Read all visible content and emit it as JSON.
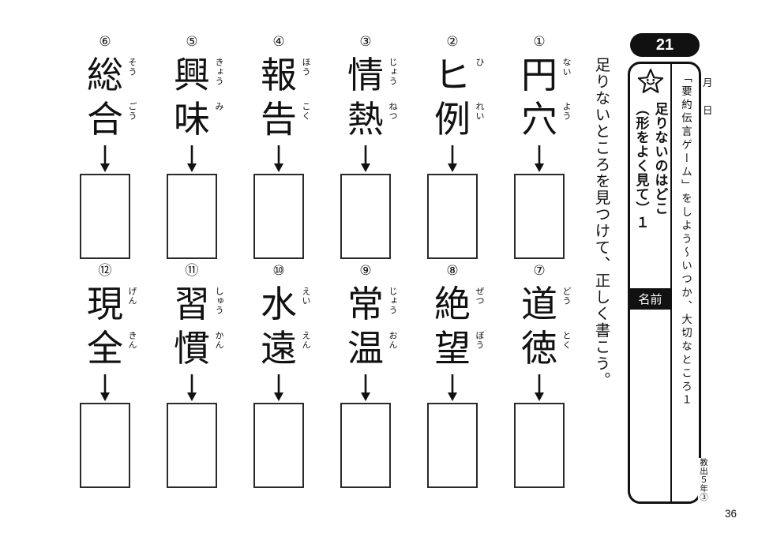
{
  "header": {
    "lesson_number": "21",
    "star_icon": "smiling-star-icon",
    "title_lines": [
      "足りないのはどこ",
      "（形をよく見て）１"
    ],
    "name_label": "名前",
    "series_note": "「要約伝言ゲーム」をしよう～いつか、大切なところ１"
  },
  "margin": {
    "month_label": "月",
    "day_label": "日",
    "publisher_note": "教出５年③",
    "page_number": "36"
  },
  "instruction": "足りないところを見つけて、正しく書こう。",
  "items": [
    {
      "number": "①",
      "chars": [
        {
          "glyph": "円",
          "furigana": "ない"
        },
        {
          "glyph": "穴",
          "furigana": "よう"
        }
      ]
    },
    {
      "number": "②",
      "chars": [
        {
          "glyph": "ヒ",
          "furigana": "ひ"
        },
        {
          "glyph": "例",
          "furigana": "れい"
        }
      ]
    },
    {
      "number": "③",
      "chars": [
        {
          "glyph": "情",
          "furigana": "じょう"
        },
        {
          "glyph": "熱",
          "furigana": "ねつ"
        }
      ]
    },
    {
      "number": "④",
      "chars": [
        {
          "glyph": "報",
          "furigana": "ほう"
        },
        {
          "glyph": "告",
          "furigana": "こく"
        }
      ]
    },
    {
      "number": "⑤",
      "chars": [
        {
          "glyph": "興",
          "furigana": "きょう"
        },
        {
          "glyph": "味",
          "furigana": "み"
        }
      ]
    },
    {
      "number": "⑥",
      "chars": [
        {
          "glyph": "総",
          "furigana": "そう"
        },
        {
          "glyph": "合",
          "furigana": "ごう"
        }
      ]
    },
    {
      "number": "⑦",
      "chars": [
        {
          "glyph": "道",
          "furigana": "どう"
        },
        {
          "glyph": "徳",
          "furigana": "とく"
        }
      ]
    },
    {
      "number": "⑧",
      "chars": [
        {
          "glyph": "絶",
          "furigana": "ぜつ"
        },
        {
          "glyph": "望",
          "furigana": "ぼう"
        }
      ]
    },
    {
      "number": "⑨",
      "chars": [
        {
          "glyph": "常",
          "furigana": "じょう"
        },
        {
          "glyph": "温",
          "furigana": "おん"
        }
      ]
    },
    {
      "number": "⑩",
      "chars": [
        {
          "glyph": "水",
          "furigana": "えい"
        },
        {
          "glyph": "遠",
          "furigana": "えん"
        }
      ]
    },
    {
      "number": "⑪",
      "chars": [
        {
          "glyph": "習",
          "furigana": "しゅう"
        },
        {
          "glyph": "慣",
          "furigana": "かん"
        }
      ]
    },
    {
      "number": "⑫",
      "chars": [
        {
          "glyph": "現",
          "furigana": "げん"
        },
        {
          "glyph": "全",
          "furigana": "きん"
        }
      ]
    }
  ]
}
